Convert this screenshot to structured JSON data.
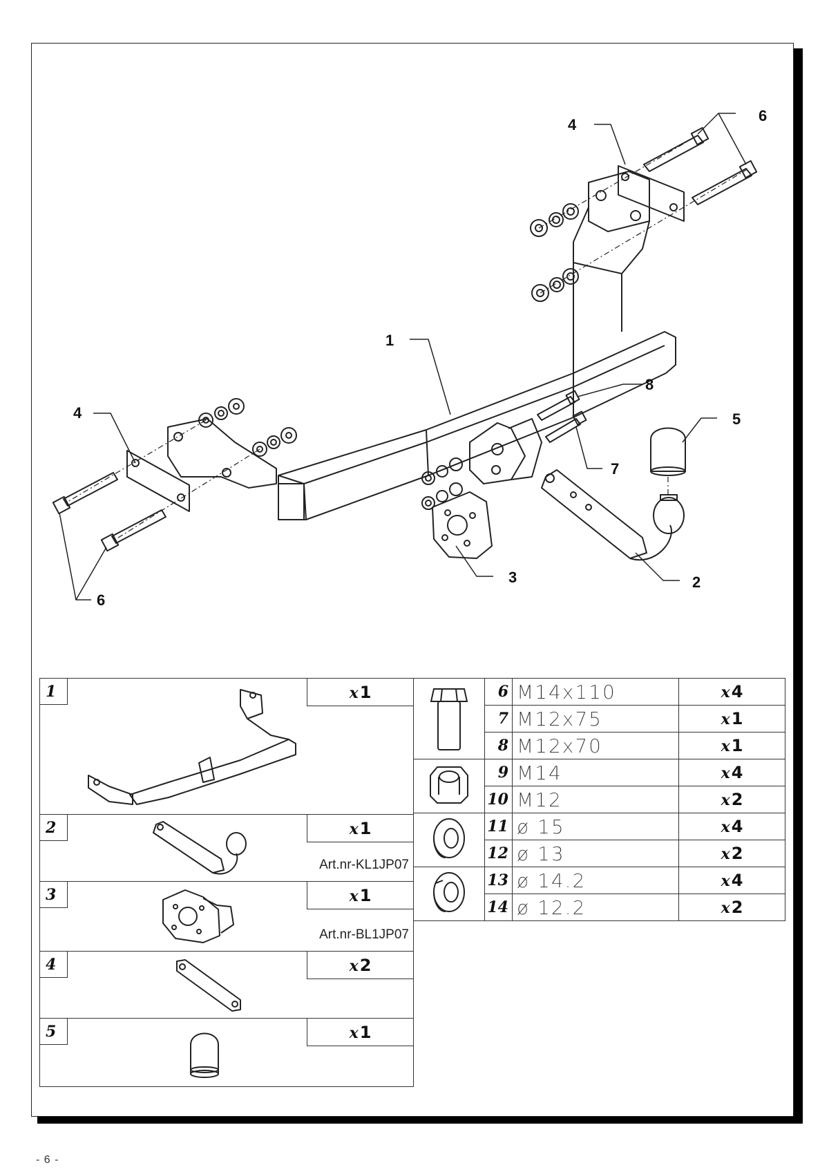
{
  "callouts": [
    {
      "id": "c1",
      "text": "1"
    },
    {
      "id": "c2",
      "text": "2"
    },
    {
      "id": "c3",
      "text": "3"
    },
    {
      "id": "c4a",
      "text": "4"
    },
    {
      "id": "c4b",
      "text": "4"
    },
    {
      "id": "c5",
      "text": "5"
    },
    {
      "id": "c6a",
      "text": "6"
    },
    {
      "id": "c6b",
      "text": "6"
    },
    {
      "id": "c7",
      "text": "7"
    },
    {
      "id": "c8",
      "text": "8"
    }
  ],
  "parts_left": [
    {
      "num": "1",
      "qty_prefix": "x",
      "qty": "1",
      "art": "",
      "icon": "tow-bar-crossmember-icon"
    },
    {
      "num": "2",
      "qty_prefix": "x",
      "qty": "1",
      "art": "Art.nr-KL1JP07",
      "icon": "tow-ball-neck-icon"
    },
    {
      "num": "3",
      "qty_prefix": "x",
      "qty": "1",
      "art": "Art.nr-BL1JP07",
      "icon": "socket-plate-icon"
    },
    {
      "num": "4",
      "qty_prefix": "x",
      "qty": "2",
      "art": "",
      "icon": "flat-bracket-plate-icon"
    },
    {
      "num": "5",
      "qty_prefix": "x",
      "qty": "1",
      "art": "",
      "icon": "ball-cap-icon"
    }
  ],
  "parts_right": [
    {
      "num": "6",
      "spec": "M14x110",
      "qty_prefix": "x",
      "qty": "4",
      "group": "bolt"
    },
    {
      "num": "7",
      "spec": "M12x75",
      "qty_prefix": "x",
      "qty": "1",
      "group": "bolt"
    },
    {
      "num": "8",
      "spec": "M12x70",
      "qty_prefix": "x",
      "qty": "1",
      "group": "bolt"
    },
    {
      "num": "9",
      "spec": "M14",
      "qty_prefix": "x",
      "qty": "4",
      "group": "nut"
    },
    {
      "num": "10",
      "spec": "M12",
      "qty_prefix": "x",
      "qty": "2",
      "group": "nut"
    },
    {
      "num": "11",
      "spec": "ø 15",
      "qty_prefix": "x",
      "qty": "4",
      "group": "washer"
    },
    {
      "num": "12",
      "spec": "ø 13",
      "qty_prefix": "x",
      "qty": "2",
      "group": "washer"
    },
    {
      "num": "13",
      "spec": "ø 14.2",
      "qty_prefix": "x",
      "qty": "4",
      "group": "spring-washer"
    },
    {
      "num": "14",
      "spec": "ø 12.2",
      "qty_prefix": "x",
      "qty": "2",
      "group": "spring-washer"
    }
  ],
  "group_icons": {
    "bolt": "hex-bolt-icon",
    "nut": "hex-nut-icon",
    "washer": "flat-washer-icon",
    "spring-washer": "spring-washer-icon"
  },
  "page_number": "- 6 -"
}
